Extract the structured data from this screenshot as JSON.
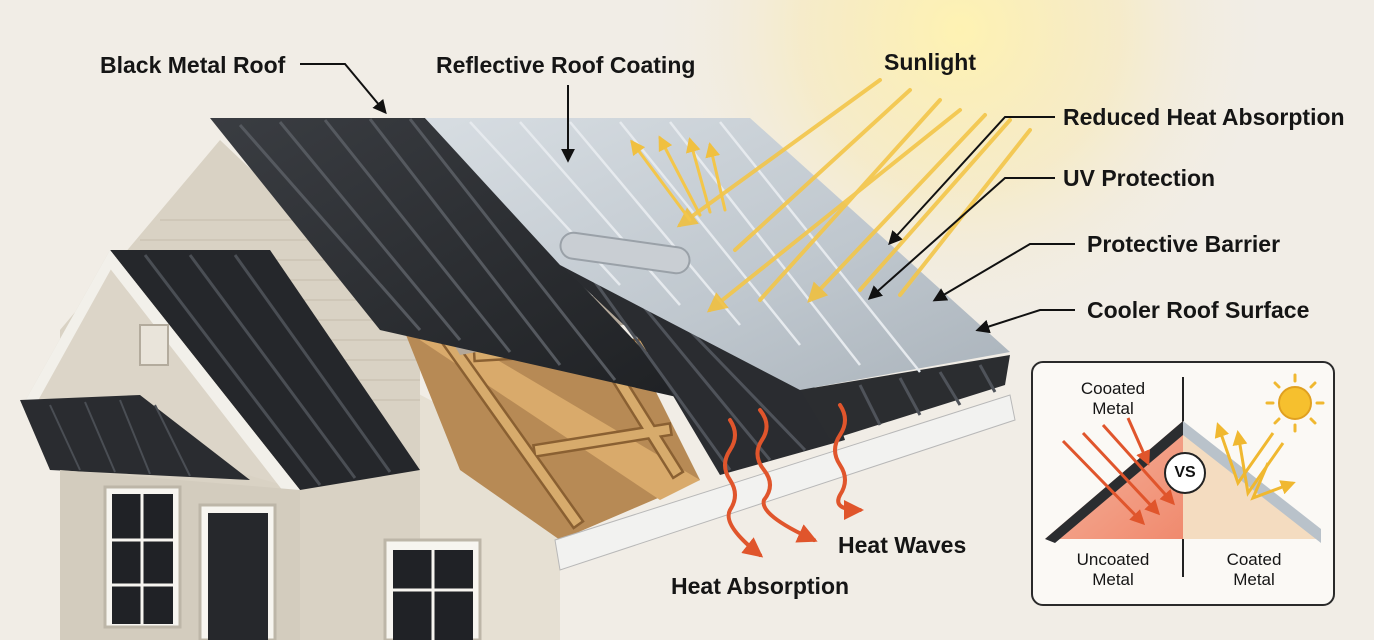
{
  "labels": {
    "black_metal_roof": "Black Metal Roof",
    "reflective_roof_coating": "Reflective Roof Coating",
    "sunlight": "Sunlight",
    "reduced_heat_absorption": "Reduced Heat Absorption",
    "uv_protection": "UV Protection",
    "protective_barrier": "Protective Barrier",
    "cooler_roof_surface": "Cooler Roof Surface",
    "heat_waves": "Heat Waves",
    "heat_absorption": "Heat Absorption"
  },
  "comparison": {
    "top_left": "Cooated\nMetal",
    "vs": "VS",
    "bottom_left": "Uncoated\nMetal",
    "bottom_right": "Coated\nMetal"
  },
  "colors": {
    "dark_roof": "#2b2d30",
    "coated_roof": "#c6ccd2",
    "heat_arrow": "#e0552c",
    "sun_ray": "#f4c84a",
    "wall_siding": "#d9d2c4",
    "wood": "#c99a5b"
  },
  "icons": [
    "sun-icon",
    "heat-wave-icon",
    "reflection-arrow-icon"
  ]
}
